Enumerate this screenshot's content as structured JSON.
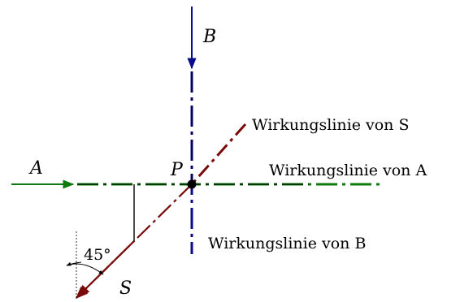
{
  "labels": {
    "force_a": "A",
    "force_b": "B",
    "force_s": "S",
    "point_p": "P",
    "line_s": "Wirkungslinie von S",
    "line_a": "Wirkungslinie von A",
    "line_b": "Wirkungslinie von B",
    "angle": "45°"
  },
  "colors": {
    "force_a": "#0f7a0f",
    "force_b": "#0a0a8c",
    "force_s": "#7a0a0a",
    "black": "#000000"
  }
}
